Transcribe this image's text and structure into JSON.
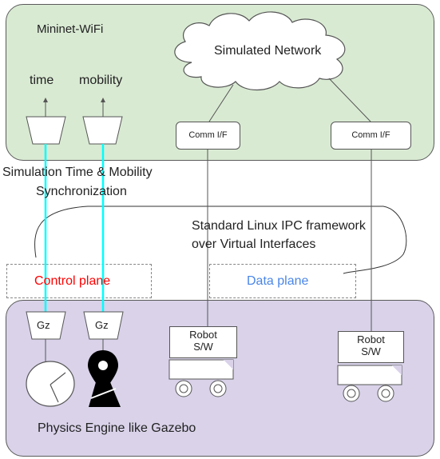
{
  "mininet": {
    "title": "Mininet-WiFi",
    "network": "Simulated Network",
    "time": "time",
    "mobility": "mobility",
    "comm_if": "Comm I/F"
  },
  "sync_label": {
    "line1": "Simulation Time & Mobility",
    "line2": "Synchronization"
  },
  "ipc_label": {
    "line1": "Standard Linux IPC framework",
    "line2": "over Virtual Interfaces"
  },
  "planes": {
    "control": "Control plane",
    "data": "Data plane",
    "control_color": "#ff0000",
    "data_color": "#4a86e8"
  },
  "gazebo": {
    "title": "Physics Engine like Gazebo",
    "gz": "Gz",
    "robot_line1": "Robot",
    "robot_line2": "S/W"
  },
  "colors": {
    "top_panel": "#d9ead3",
    "bottom_panel": "#d9d2e9",
    "sync_line": "#00ffff"
  }
}
